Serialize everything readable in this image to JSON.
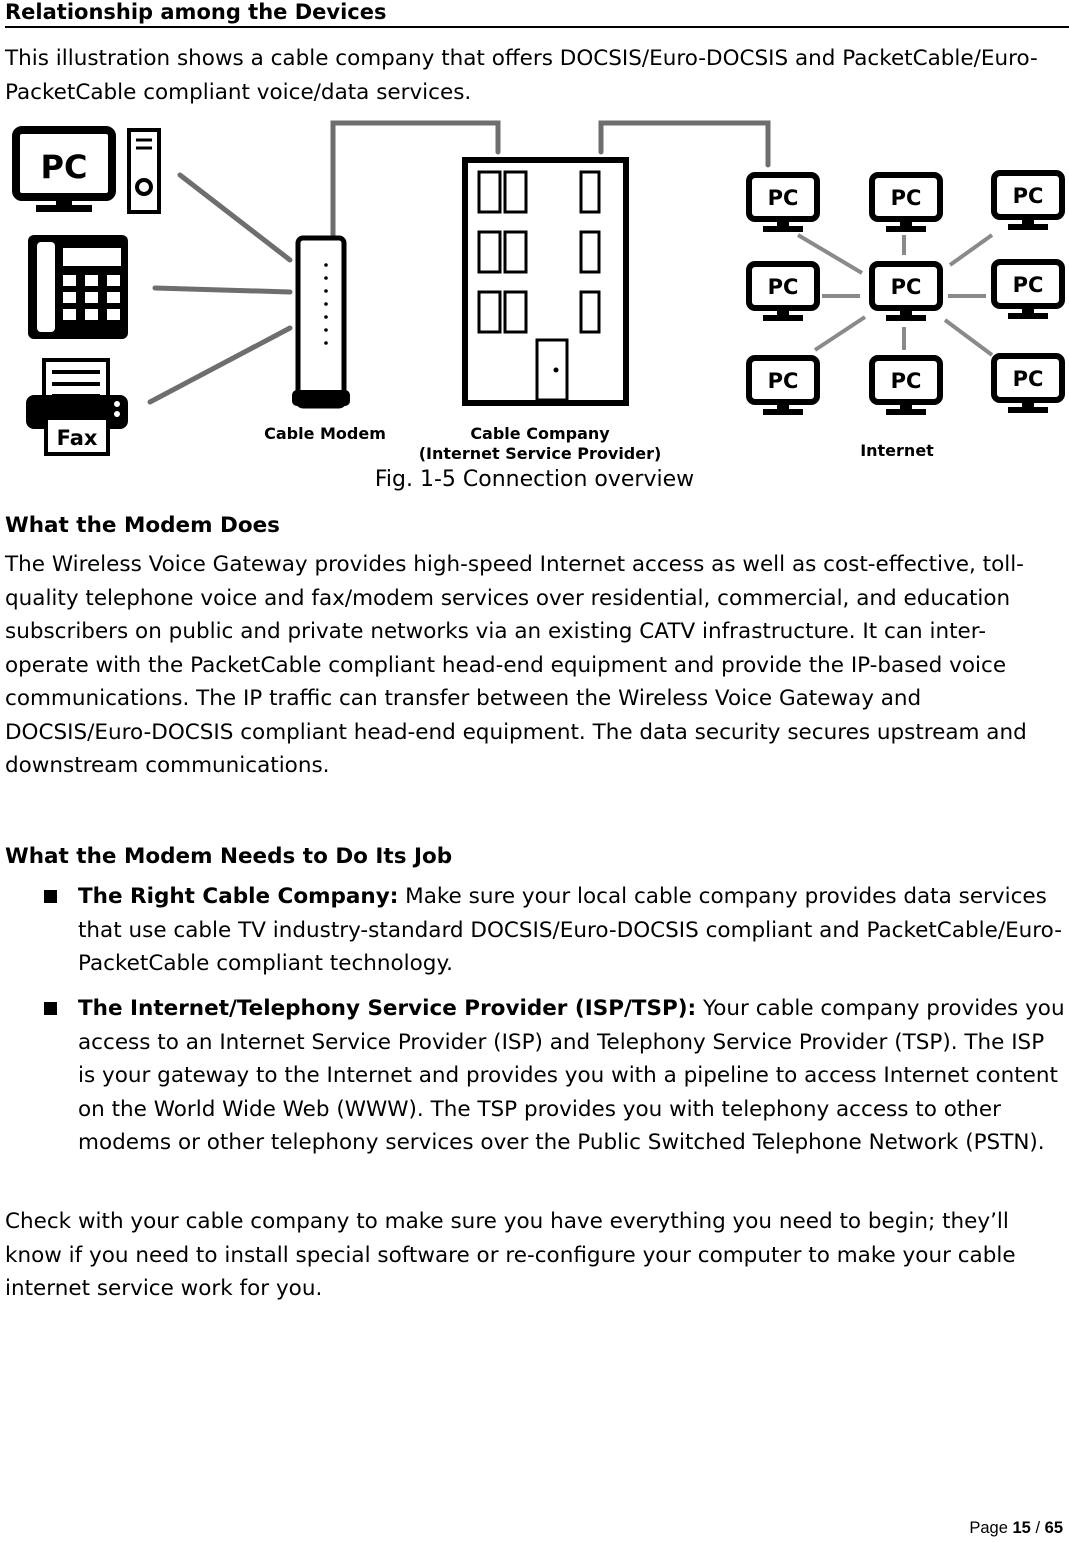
{
  "section_title": "Relationship among the Devices",
  "intro": "This illustration shows a cable company that offers DOCSIS/Euro-DOCSIS and PacketCable/Euro-PacketCable compliant voice/data services.",
  "figure": {
    "pc_label": "PC",
    "fax_label": "Fax",
    "modem_label": "Cable Modem",
    "company_label_1": "Cable Company",
    "company_label_2": "(Internet Service Provider)",
    "internet_label": "Internet",
    "caption": "Fig. 1-5 Connection overview"
  },
  "modem_does": {
    "heading": "What the Modem Does",
    "body": "The Wireless Voice Gateway provides high-speed Internet access as well as cost-effective, toll-quality telephone voice and fax/modem services over residential, commercial, and education subscribers on public and private networks via an existing CATV infrastructure. It can inter-operate with the PacketCable compliant head-end equipment and provide the IP-based voice communications. The IP traffic can transfer between the Wireless Voice Gateway and DOCSIS/Euro-DOCSIS compliant head-end equipment. The data security secures upstream and downstream communications."
  },
  "modem_needs": {
    "heading": "What the Modem Needs to Do Its Job",
    "bullets": [
      {
        "term": "The Right Cable Company:",
        "text": " Make sure your local cable company provides data services that use cable TV industry-standard DOCSIS/Euro-DOCSIS compliant and PacketCable/Euro-PacketCable compliant technology."
      },
      {
        "term": "The Internet/Telephony Service Provider (ISP/TSP):",
        "text": " Your cable company provides you access to an Internet Service Provider (ISP) and Telephony Service Provider (TSP). The ISP is your gateway to the Internet and provides you with a pipeline to access Internet content on the World Wide Web (WWW). The TSP provides you with telephony access to other modems or other telephony services over the Public Switched Telephone Network (PSTN)."
      }
    ],
    "closing": "Check with your cable company to make sure you have everything you need to begin; they’ll know if you need to install special software or re-configure your computer to make your cable internet service work for you."
  },
  "footer": {
    "page_word": "Page",
    "page_current": "15",
    "separator": "/",
    "page_total": "65"
  }
}
